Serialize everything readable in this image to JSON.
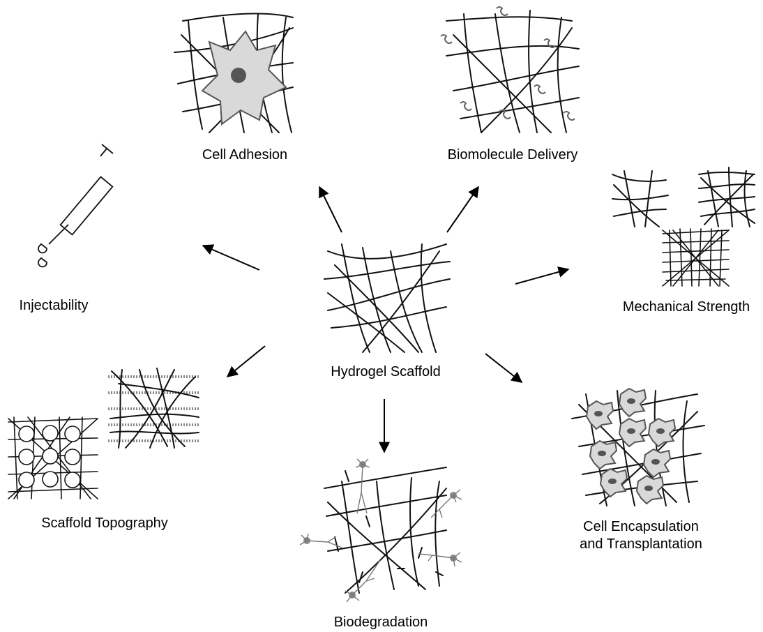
{
  "diagram": {
    "center_label": "Hydrogel Scaffold",
    "nodes": {
      "cell_adhesion": "Cell Adhesion",
      "biomolecule_delivery": "Biomolecule Delivery",
      "injectability": "Injectability",
      "mechanical_strength": "Mechanical Strength",
      "scaffold_topography": "Scaffold Topography",
      "cell_encapsulation_line1": "Cell Encapsulation",
      "cell_encapsulation_line2": "and Transplantation",
      "biodegradation": "Biodegradation"
    }
  }
}
